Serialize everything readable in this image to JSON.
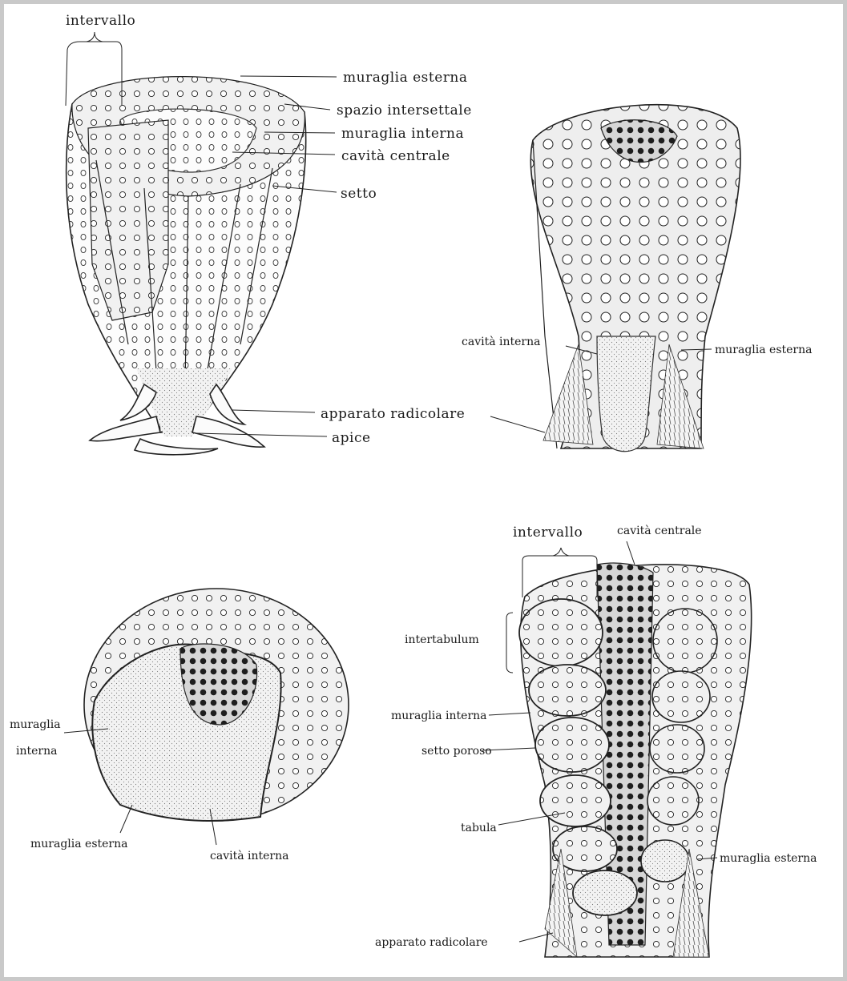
{
  "figures": [
    {
      "id": "top-left",
      "labels": {
        "intervallo": "intervallo",
        "muraglia_esterna": "muraglia esterna",
        "spazio_intersettale": "spazio intersettale",
        "muraglia_interna": "muraglia interna",
        "cavita_centrale": "cavità centrale",
        "setto": "setto",
        "apparato_radicolare": "apparato radicolare",
        "apice": "apice"
      }
    },
    {
      "id": "top-right",
      "labels": {
        "cavita_interna": "cavità interna",
        "muraglia_esterna": "muraglia esterna"
      }
    },
    {
      "id": "bottom-left",
      "labels": {
        "muraglia_interna_line1": "muraglia",
        "muraglia_interna_line2": "interna",
        "muraglia_esterna": "muraglia esterna",
        "cavita_interna": "cavità interna"
      }
    },
    {
      "id": "bottom-right",
      "labels": {
        "intervallo": "intervallo",
        "cavita_centrale": "cavità centrale",
        "intertabulum": "intertabulum",
        "muraglia_interna": "muraglia interna",
        "setto_poroso": "setto poroso",
        "tabula": "tabula",
        "muraglia_esterna": "muraglia esterna",
        "apparato_radicolare": "apparato radicolare"
      }
    }
  ]
}
